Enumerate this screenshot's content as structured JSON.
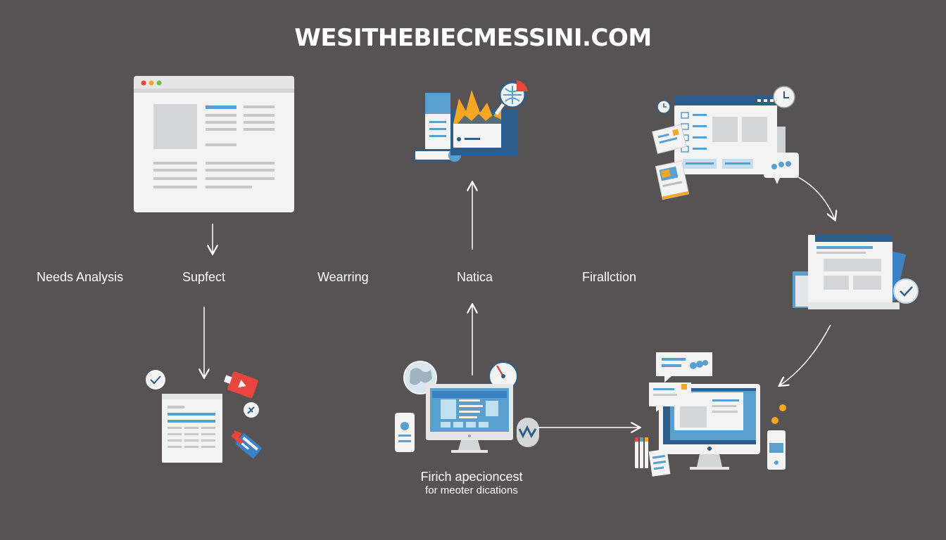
{
  "header": {
    "title": "WESITHEBIECMESSINI.COM"
  },
  "stages": [
    {
      "label": "Needs Analysis"
    },
    {
      "label": "Supfect"
    },
    {
      "label": "Wearring"
    },
    {
      "label": "Natica"
    },
    {
      "label": "Firallction"
    }
  ],
  "caption": {
    "line1": "Firich apecioncest",
    "line2": "for meoter dications"
  },
  "colors": {
    "background": "#575354",
    "panel": "#f2f2f2",
    "accent_blue": "#5aa0cf",
    "accent_orange": "#f5a623",
    "accent_red": "#e8463c",
    "navy": "#2d5d8a"
  },
  "icons": [
    "browser-window-icon",
    "analytics-books-icon",
    "wireframe-screens-icon",
    "document-check-icon",
    "youtube-tag-icon",
    "tools-icon",
    "desktop-monitor-icon",
    "globe-icon",
    "gauge-icon",
    "smartphone-icon",
    "chat-bubble-icon",
    "clock-icon",
    "checkmark-icon"
  ]
}
